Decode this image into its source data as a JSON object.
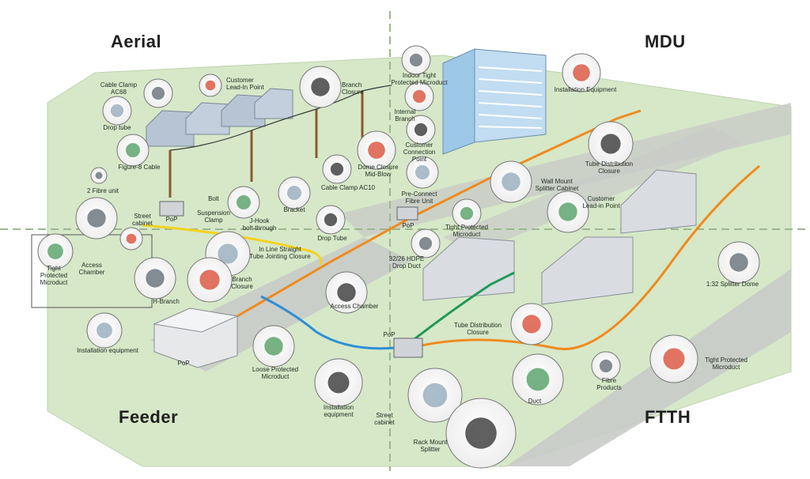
{
  "quadrants": {
    "aerial": "Aerial",
    "mdu": "MDU",
    "feeder": "Feeder",
    "ftth": "FTTH"
  },
  "colors": {
    "ground": "#d6e8c8",
    "road": "#c9cbc8",
    "orange_duct": "#f08a1d",
    "yellow_drop": "#f4d21d",
    "blue_route": "#2e8fd6",
    "green_route": "#1f9a56",
    "divider": "#9bb88f"
  },
  "labels": {
    "cable_clamp_ac68": [
      "Cable Clamp",
      "AC68"
    ],
    "customer_lead_in": [
      "Customer",
      "Lead-In Point"
    ],
    "branch_closure_aerial": [
      "Branch",
      "Closure"
    ],
    "drop_tube": [
      "Drop tube"
    ],
    "figure8": [
      "Figure-8 Cable"
    ],
    "two_fibre": [
      "2 Fibre unit"
    ],
    "dome_closure": [
      "Dome Closure",
      "Mid-Blow"
    ],
    "cable_clamp_ac10": [
      "Cable Clamp AC10"
    ],
    "bolt": [
      "Bolt"
    ],
    "suspension_clamp": [
      "Suspension",
      "Clamp"
    ],
    "j_hook": [
      "J-Hook",
      "bolt-through"
    ],
    "bracket": [
      "Bracket"
    ],
    "street_cabinet_aerial": [
      "Street",
      "cabinet"
    ],
    "pop_aerial": [
      "PoP"
    ],
    "drop_tube_yellow": [
      "Drop Tube"
    ],
    "inline_closure": [
      "In Line Straight",
      "Tube Jointing Closure"
    ],
    "tight_protected_left": [
      "Tight",
      "Protected",
      "Microduct"
    ],
    "access_chamber_left": [
      "Access",
      "Chamber"
    ],
    "branch_closure_feeder": [
      "Branch",
      "Closure"
    ],
    "h_branch": [
      "H-Branch"
    ],
    "access_chamber": [
      "Access Chamber"
    ],
    "installation_equipment_left": [
      "Installation equipment"
    ],
    "pop_feeder": [
      "PoP"
    ],
    "loose_protected": [
      "Loose Protected",
      "Microduct"
    ],
    "indoor_tight": [
      "Indoor Tight",
      "Protected Microduct"
    ],
    "internal_branch": [
      "Internal",
      "Branch"
    ],
    "customer_connection": [
      "Customer",
      "Connection",
      "Point"
    ],
    "pre_connect": [
      "Pre-Connect",
      "Fibre Unit"
    ],
    "pop_mdu": [
      "PoP"
    ],
    "tight_protected_mid": [
      "Tight Protected",
      "Microduct"
    ],
    "hdpe": [
      "32/26 HDPE",
      "Drop Duct"
    ],
    "installation_equipment_mdu": [
      "Installation Equipment"
    ],
    "tube_distribution_mdu": [
      "Tube Distribution",
      "Closure"
    ],
    "wall_mount": [
      "Wall Mount",
      "Splitter Cabinet"
    ],
    "customer_lead_in_ftth": [
      "Customer",
      "Lead-in Point"
    ],
    "splitter_dome": [
      "1:32 Splitter Dome"
    ],
    "tube_distribution_ftth": [
      "Tube Distribution",
      "Closure"
    ],
    "pop_ftth": [
      "PoP"
    ],
    "installation_equipment_bottom": [
      "Installation",
      "equipment"
    ],
    "street_cabinet_bottom": [
      "Street",
      "cabinet"
    ],
    "rack_mount": [
      "Rack Mount",
      "Splitter"
    ],
    "duct": [
      "Duct"
    ],
    "fibre_products": [
      "Fibre",
      "Products"
    ],
    "tight_protected_right": [
      "Tight Protected",
      "Microduct"
    ]
  }
}
